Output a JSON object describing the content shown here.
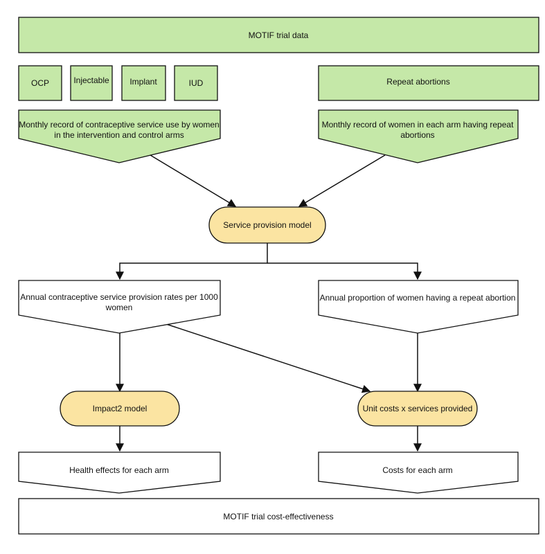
{
  "nodes": {
    "trial_data": "MOTIF trial data",
    "ocp": "OCP",
    "injectable": "Injectable",
    "implant": "Implant",
    "iud": "IUD",
    "repeat_abortions": "Repeat abortions",
    "monthly_contraceptive": [
      "Monthly record of contraceptive service use by women",
      "in the intervention and control arms"
    ],
    "monthly_repeat": [
      "Monthly record of women in each arm having repeat",
      "abortions"
    ],
    "service_model": "Service provision model",
    "annual_contraceptive": [
      "Annual contraceptive service provision rates per 1000",
      "women"
    ],
    "annual_repeat": "Annual proportion of women having a repeat abortion",
    "impact2": "Impact2 model",
    "unit_costs": "Unit costs x services provided",
    "health_effects": "Health effects for each arm",
    "costs": "Costs for each arm",
    "cost_effectiveness": "MOTIF trial cost-effectiveness"
  },
  "colors": {
    "green_fill": "#c5e8a8",
    "yellow_fill": "#fbe4a2",
    "stroke": "#111111"
  }
}
